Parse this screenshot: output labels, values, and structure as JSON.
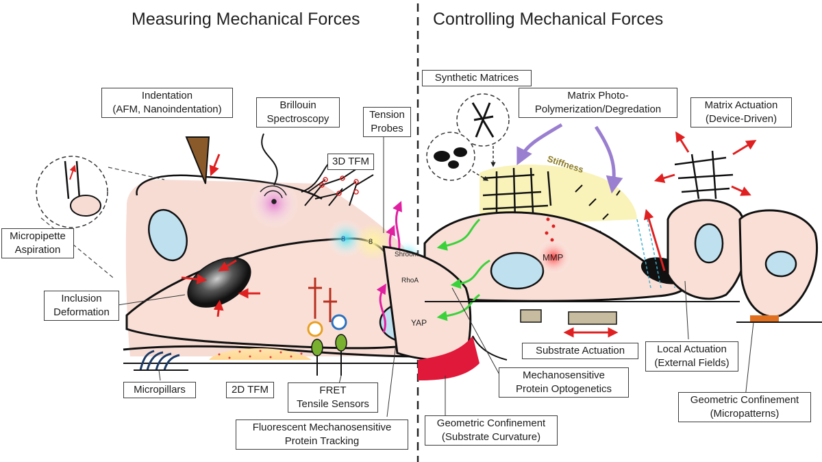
{
  "headings": {
    "left": "Measuring Mechanical Forces",
    "right": "Controlling Mechanical Forces"
  },
  "labels": {
    "indentation": [
      "Indentation",
      "(AFM, Nanoindentation)"
    ],
    "brillouin": [
      "Brillouin",
      "Spectroscopy"
    ],
    "tension_probes": [
      "Tension",
      "Probes"
    ],
    "tfm_3d": "3D TFM",
    "micropipette": [
      "Micropipette",
      "Aspiration"
    ],
    "inclusion": [
      "Inclusion",
      "Deformation"
    ],
    "micropillars": "Micropillars",
    "tfm_2d": "2D TFM",
    "fret": [
      "FRET",
      "Tensile Sensors"
    ],
    "fluorescent": [
      "Fluorescent Mechanosensitive",
      "Protein Tracking"
    ],
    "synthetic": "Synthetic Matrices",
    "photo": [
      "Matrix Photo-",
      "Polymerization/Degredation"
    ],
    "actuation": [
      "Matrix Actuation",
      "(Device-Driven)"
    ],
    "substrate": "Substrate Actuation",
    "local": [
      "Local Actuation",
      "(External Fields)"
    ],
    "optogenetics": [
      "Mechanosensitive",
      "Protein Optogenetics"
    ],
    "curvature": [
      "Geometric Confinement",
      "(Substrate Curvature)"
    ],
    "micropatterns": [
      "Geometric Confinement",
      "(Micropatterns)"
    ]
  },
  "inline_text": {
    "stiffness": "Stiffness",
    "shroom": "Shroom",
    "rhoa": "RhoA",
    "yap": "YAP",
    "mmp": "MMP"
  },
  "colors": {
    "cell_fill": "#f7dcd4",
    "nucleus_fill": "#bfe0ef",
    "force_arrow": "#e02020",
    "light_arrow": "#9a7fd0",
    "optogenetic_arrow": "#3ad23a",
    "fluorescent_arrow": "#e020a0",
    "matrix_yellow": "#f8f0a8",
    "curvature_red": "#e0183a"
  }
}
